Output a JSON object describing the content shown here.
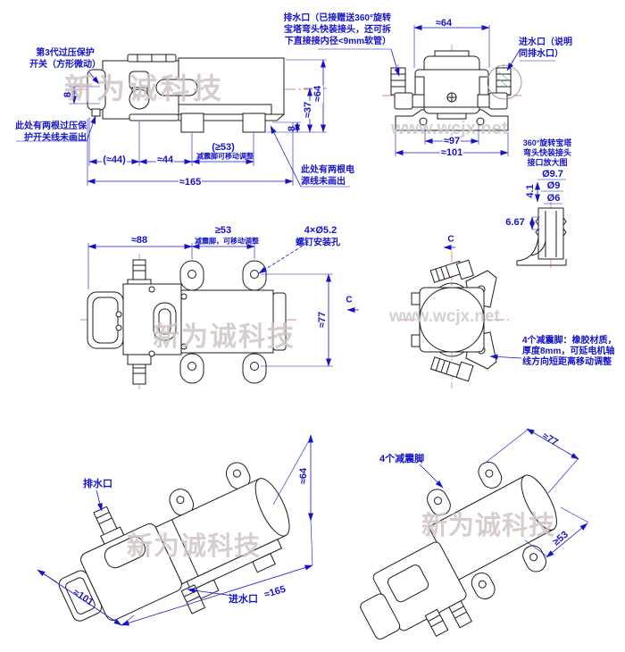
{
  "colors": {
    "dimension_blue": "#1414c8",
    "line_black": "#1c1c1c",
    "centerline_red": "#f37c7c",
    "watermark_pink": "#d2c5c5",
    "watermark_gray": "#c9c9c9",
    "hatch_teal": "#49b8b8"
  },
  "watermarks": {
    "brand": "新为诚科技",
    "site": "www.wcjx.net"
  },
  "side_view": {
    "outlet_note": [
      "排水口（已接赠送360°旋转",
      "宝塔弯头快装接头，还可拆",
      "下直接接内径<9mm软管）"
    ],
    "switch_note": [
      "第3代过压保护",
      "开关（方形微动）"
    ],
    "switch_wires_note": [
      "此处有两根过压保",
      "护开关线未画出"
    ],
    "power_wires_note": [
      "此处有两根电",
      "源线未画出"
    ],
    "dims": {
      "switch_height": "8",
      "seg1": "(≈44)",
      "seg2": "≈44",
      "seg3": "(≥53)",
      "seg3_note": "减震脚可移动调整",
      "total_length": "≈165",
      "total_height": "≈64",
      "height_to_base": "≈37",
      "foot_height": "8"
    }
  },
  "end_view": {
    "inlet_note": [
      "进水口（说明",
      "同排水口）"
    ],
    "dims": {
      "body_width": "≈64",
      "hole_span": "≈97",
      "base_width": "≈101"
    }
  },
  "detail_view": {
    "title": [
      "360°旋转宝塔",
      "弯头快装接头",
      "接口放大图"
    ],
    "dims": {
      "od1": "Ø9.7",
      "od2": "Ø9",
      "bore": "Ø6",
      "step": "4.1",
      "barb_length": "6.67"
    }
  },
  "top_view": {
    "dims": {
      "seg1": "≈88",
      "seg2": "≥53",
      "seg2_note": "减震脚，可移动调整",
      "mount_holes": "4×Ø5.2",
      "mount_holes_note": "螺钉安装孔",
      "width": "≈77"
    },
    "section_label": "C"
  },
  "section_view": {
    "feet_note": [
      "4个减震脚：橡胶材质，",
      "厚度8mm，可延电机轴",
      "线方向短距离移动调整"
    ]
  },
  "iso_front": {
    "outlet_label": "排水口",
    "inlet_label": "进水口",
    "dims": {
      "width": "≈101",
      "length": "≈165",
      "height": "≈64"
    }
  },
  "iso_rear": {
    "feet_label": "4个减震脚",
    "dims": {
      "width": "≈77",
      "foot_span": "≥53"
    }
  }
}
